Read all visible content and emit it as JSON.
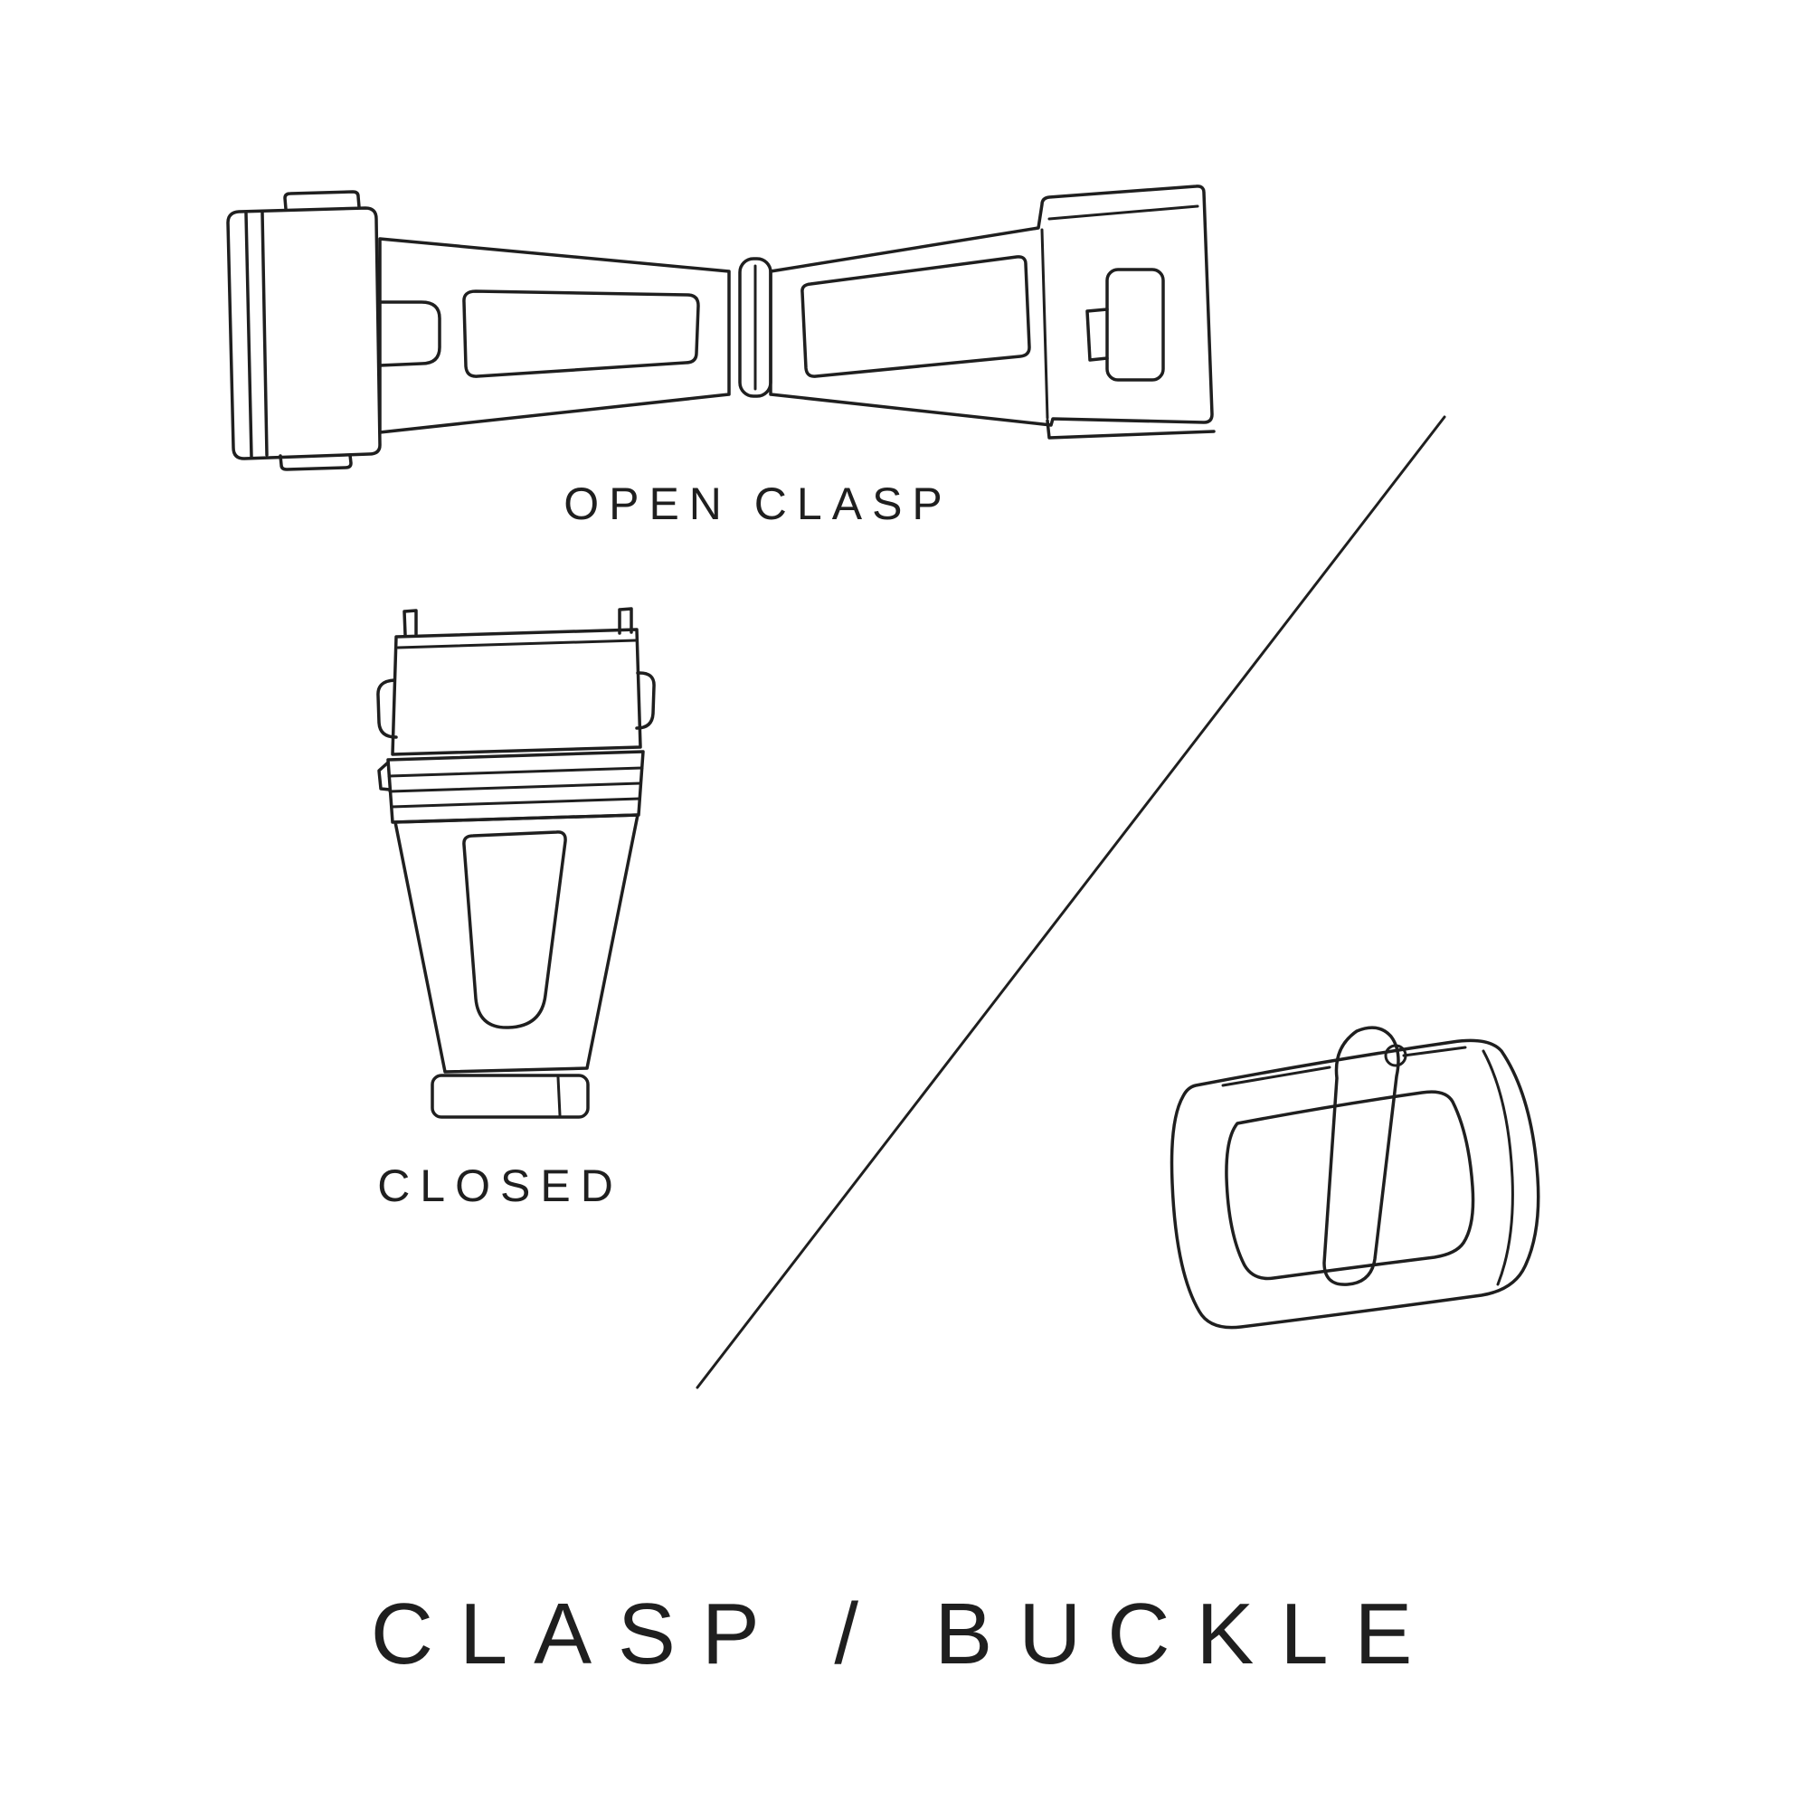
{
  "canvas": {
    "background": "#ffffff",
    "ink": "#1f1f1f"
  },
  "diagram": {
    "title": "CLASP / BUCKLE",
    "open_clasp": {
      "label": "OPEN CLASP",
      "icon": "open-clasp-illustration"
    },
    "closed_clasp": {
      "label": "CLOSED",
      "icon": "closed-clasp-illustration"
    },
    "buckle": {
      "icon": "tang-buckle-illustration"
    },
    "divider": {
      "icon": "diagonal-divider-line"
    }
  }
}
